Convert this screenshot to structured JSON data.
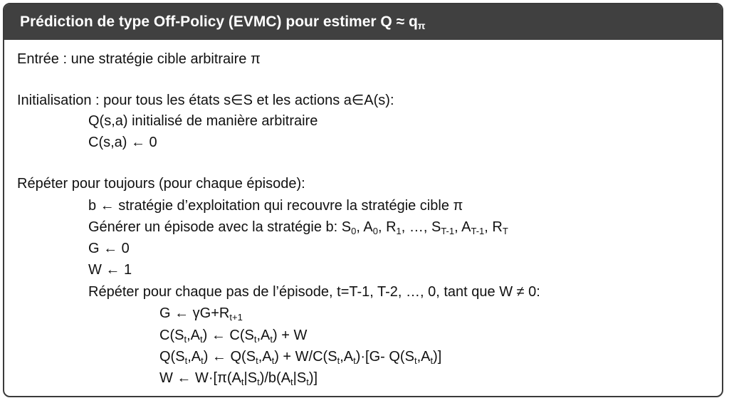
{
  "title": {
    "main": "Prédiction de type Off-Policy (EVMC) pour estimer Q ≈ q",
    "sub": "π"
  },
  "lines": {
    "input": "Entrée : une stratégie cible arbitraire π",
    "init_header": "Initialisation : pour tous les états s∈S et les actions a∈A(s):",
    "init_q": "Q(s,a) initialisé de manière arbitraire",
    "init_c": "C(s,a) ← 0",
    "repeat_header": "Répéter pour toujours (pour chaque épisode):",
    "b_assign": "b ← stratégie d’exploitation qui recouvre la stratégie cible π",
    "generate": {
      "t0": "Générer un épisode avec la stratégie b: S",
      "s1": "0",
      "t1": ", A",
      "s2": "0",
      "t2": ", R",
      "s3": "1",
      "t3": ", …, S",
      "s4": "T-1",
      "t4": ", A",
      "s5": "T-1",
      "t5": ", R",
      "s6": "T"
    },
    "g_init": "G ← 0",
    "w_init": "W ← 1",
    "step_header": "Répéter pour chaque pas de l’épisode, t=T-1, T-2, …, 0, tant que W ≠ 0:",
    "g_update": {
      "t0": "G ← γG+R",
      "s1": "t+1"
    },
    "c_update": {
      "t0": "C(S",
      "s1": "t",
      "t1": ",A",
      "s2": "t",
      "t2": ") ← C(S",
      "s3": "t",
      "t3": ",A",
      "s4": "t",
      "t4": ") + W"
    },
    "q_update": {
      "t0": "Q(S",
      "s1": "t",
      "t1": ",A",
      "s2": "t",
      "t2": ") ← Q(S",
      "s3": "t",
      "t3": ",A",
      "s4": "t",
      "t4": ") + W/C(S",
      "s5": "t",
      "t5": ",A",
      "s6": "t",
      "t6": ")·[G- Q(S",
      "s7": "t",
      "t7": ",A",
      "s8": "t",
      "t8": ")]"
    },
    "w_update": {
      "t0": "W ← W·[π(A",
      "s1": "t",
      "t1": "|S",
      "s2": "t",
      "t2": ")/b(A",
      "s3": "t",
      "t3": "|S",
      "s4": "t",
      "t4": ")]"
    }
  }
}
